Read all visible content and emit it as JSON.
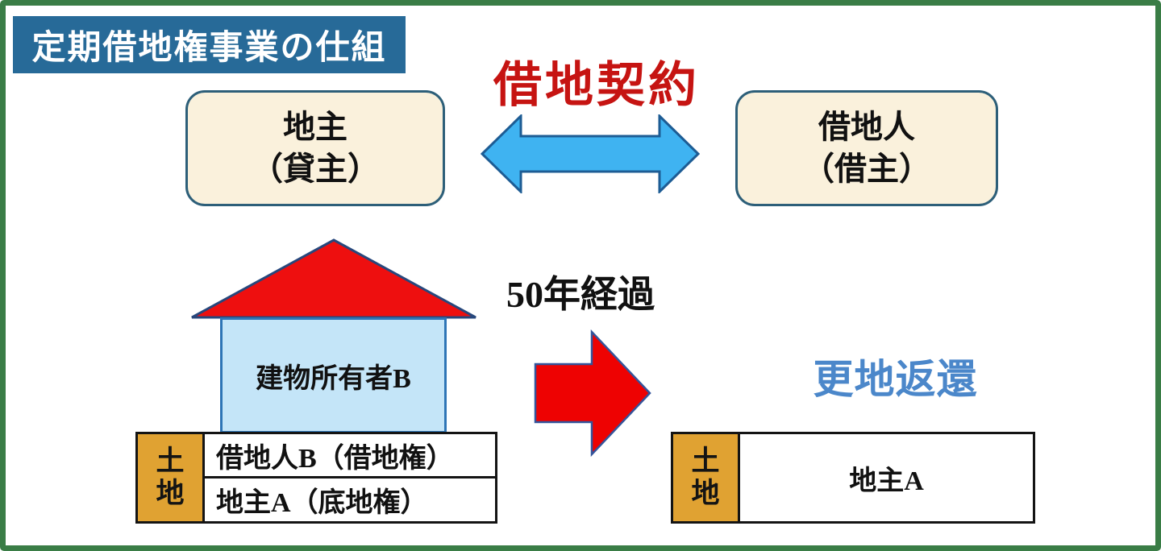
{
  "title": "定期借地権事業の仕組",
  "contract": {
    "label": "借地契約"
  },
  "parties": {
    "landlord": {
      "line1": "地主",
      "line2": "（貸主）"
    },
    "tenant": {
      "line1": "借地人",
      "line2": "（借主）"
    }
  },
  "house": {
    "label": "建物所有者B"
  },
  "transition": {
    "elapsed_label": "50年経過",
    "return_label": "更地返還"
  },
  "land_before": {
    "land_label": "土地",
    "rows": [
      {
        "label": "借地人B（借地権）"
      },
      {
        "label": "地主A（底地権）"
      }
    ]
  },
  "land_after": {
    "land_label": "土地",
    "rows": [
      {
        "label": "地主A"
      }
    ]
  },
  "colors": {
    "frame_green": "#3a7d46",
    "title_bg_blue": "#276a98",
    "title_text_white": "#ffffff",
    "contract_red": "#c61412",
    "party_box_fill": "#faf1dc",
    "party_box_border": "#2d5f79",
    "double_arrow_fill": "#3fb3f1",
    "double_arrow_border": "#1d5c94",
    "roof_red": "#ee0f0f",
    "roof_border": "#27477c",
    "house_fill": "#c4e5f8",
    "house_border": "#2e75b6",
    "right_arrow_red": "#ee0202",
    "right_arrow_border": "#33549b",
    "return_blue": "#4b87ca",
    "land_gold": "#e0a232",
    "table_border_black": "#141414",
    "text_black": "#111111"
  }
}
